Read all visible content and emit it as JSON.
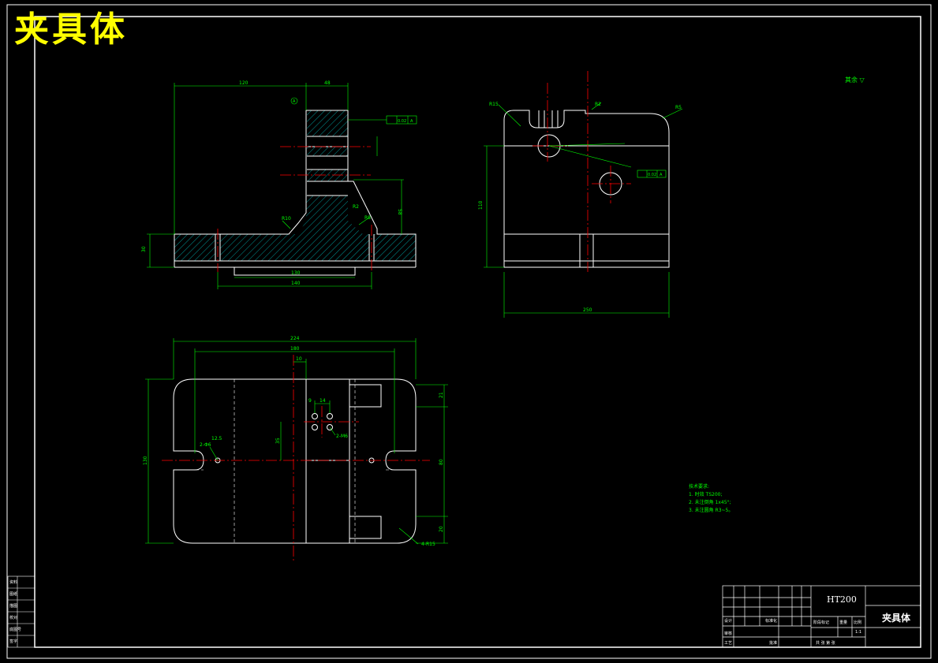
{
  "drawing_title": "夹具体",
  "title_block": {
    "material": "HT200",
    "part_name": "夹具体",
    "scale": "1:1",
    "label_a": "阶段标记",
    "label_b": "重量",
    "label_c": "比例",
    "label_d": "共 张 第 张",
    "label_e": "审核",
    "label_f": "工艺",
    "label_g": "批准",
    "label_h": "设计",
    "label_i": "标准化"
  },
  "roughness_other": "其余",
  "tech_requirements": {
    "heading": "技术要求:",
    "items": [
      "1. 时效 TS200;",
      "2. 未注倒角 1x45°;",
      "3. 未注圆角 R3~5。"
    ]
  },
  "front_view": {
    "dim_top_left": "120",
    "dim_top_right": "48",
    "dim_bottom_inner": "130",
    "dim_bottom_outer": "140",
    "dim_height": "58",
    "dim_base": "30",
    "dim_r10": "R10",
    "dim_r8": "R8",
    "dim_r2": "R2",
    "tol_tag": "0.02",
    "tol_datum": "A",
    "datum_a": "A"
  },
  "side_view": {
    "dim_r15": "R15",
    "dim_r5": "R5",
    "dim_r2": "R2",
    "dim_width": "250",
    "dim_height": "110",
    "tol_tag": "0.02",
    "tol_datum": "A"
  },
  "top_view": {
    "dim_overall": "224",
    "dim_inner": "180",
    "dim_center": "10",
    "dim_height": "130",
    "dim_right_a": "21",
    "dim_right_b": "80",
    "dim_right_c": "20",
    "dim_holes": "2-M6",
    "dim_35": "35",
    "dim_14": "14",
    "dim_9": "9",
    "dim_corners": "4-R15",
    "dim_slot": "2-Φ6",
    "rough": "12.5"
  },
  "left_table": [
    "资料",
    "图纸",
    "描图",
    "校对",
    "底图号",
    "签字"
  ]
}
